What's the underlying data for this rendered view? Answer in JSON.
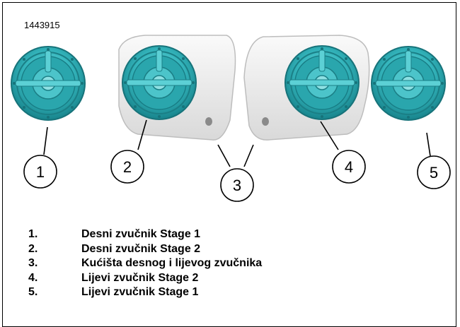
{
  "figure_id": "1443915",
  "callouts": [
    "1",
    "2",
    "3",
    "4",
    "5"
  ],
  "legend": [
    {
      "num": "1.",
      "text": "Desni zvučnik Stage 1"
    },
    {
      "num": "2.",
      "text": "Desni zvučnik Stage 2"
    },
    {
      "num": "3.",
      "text": "Kućišta desnog i lijevog zvučnika"
    },
    {
      "num": "4.",
      "text": "Lijevi zvučnik Stage 2"
    },
    {
      "num": "5.",
      "text": "Lijevi zvučnik Stage 1"
    }
  ],
  "colors": {
    "speaker": "#2fb0b7",
    "speaker_dark": "#1e8b93",
    "housing": "#f2f2f2",
    "outline": "#000000"
  }
}
